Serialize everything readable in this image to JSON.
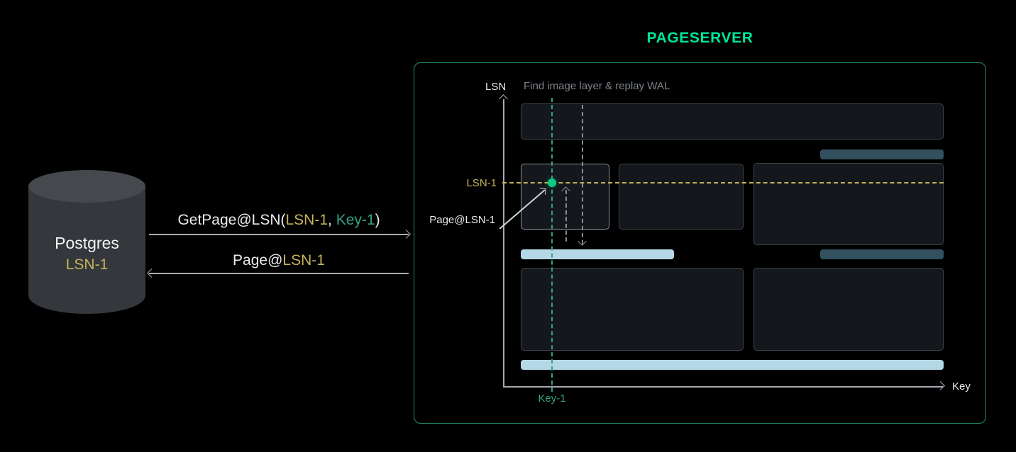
{
  "title": "PAGESERVER",
  "colors": {
    "bg": "#000000",
    "brand_green": "#00e599",
    "box_border": "#1f8f66",
    "yellow": "#c5b358",
    "teal": "#38a183",
    "dot_green": "#10ca82",
    "gray_text": "#7e848c",
    "arrow_gray": "#a6acb2",
    "dash_gray": "#878d95",
    "rect_border": "#3d434b",
    "rect_fill": "#14171b",
    "rect_border_highlight": "#8d959f",
    "light_blue": "#b5d8e6",
    "dark_teal": "#32505e",
    "cyl_body": "#34383c",
    "cyl_top": "#45494e",
    "text_white": "#e9ebed"
  },
  "postgres": {
    "label": "Postgres",
    "lsn": "LSN-1"
  },
  "request": {
    "prefix": "GetPage@LSN(",
    "lsn": "LSN-1",
    "separator": ", ",
    "key": "Key-1",
    "suffix": ")"
  },
  "response": {
    "prefix": "Page@",
    "lsn": "LSN-1"
  },
  "pageserver": {
    "y_axis": "LSN",
    "x_axis": "Key",
    "hint": "Find image layer & replay WAL",
    "lsn_marker": "LSN-1",
    "key_marker": "Key-1",
    "page_label": "Page@LSN-1"
  }
}
